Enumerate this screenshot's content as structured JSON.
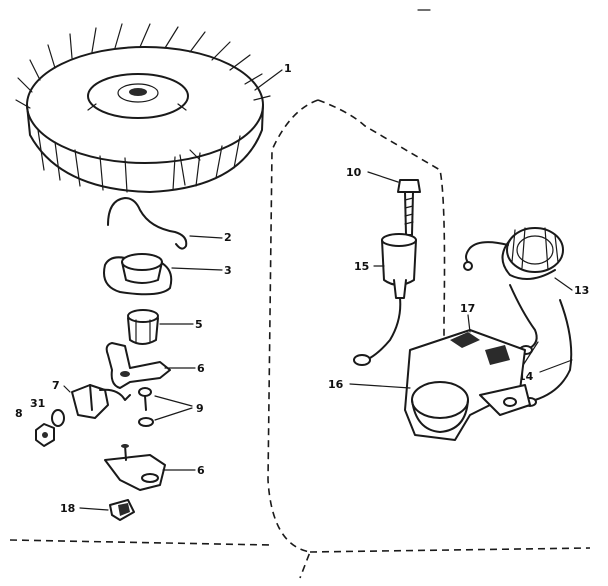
{
  "parts": [
    {
      "id": "p1",
      "label": "1"
    },
    {
      "id": "p2",
      "label": "2"
    },
    {
      "id": "p3",
      "label": "3"
    },
    {
      "id": "p5",
      "label": "5"
    },
    {
      "id": "p6a",
      "label": "6"
    },
    {
      "id": "p6b",
      "label": "6"
    },
    {
      "id": "p7",
      "label": "7"
    },
    {
      "id": "p8",
      "label": "8"
    },
    {
      "id": "p9",
      "label": "9"
    },
    {
      "id": "p10",
      "label": "10"
    },
    {
      "id": "p13",
      "label": "13"
    },
    {
      "id": "p14",
      "label": "14"
    },
    {
      "id": "p15",
      "label": "15"
    },
    {
      "id": "p16",
      "label": "16"
    },
    {
      "id": "p17",
      "label": "17"
    },
    {
      "id": "p18",
      "label": "18"
    },
    {
      "id": "p31",
      "label": "31"
    }
  ]
}
